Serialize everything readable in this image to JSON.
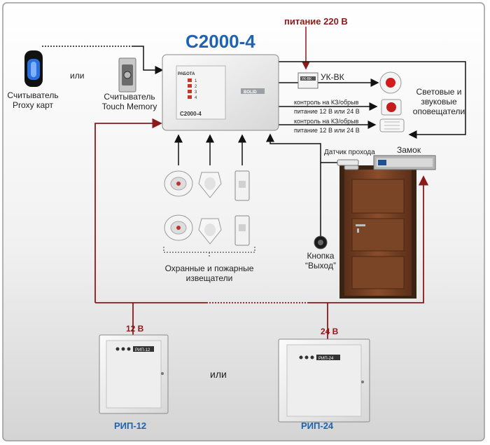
{
  "title": "С2000-4",
  "controller": {
    "indicator_header": "РАБОТА",
    "indicator_numbers": [
      "1",
      "2",
      "3",
      "4"
    ],
    "label": "С2000-4",
    "brand": "BOLID"
  },
  "power_main": "питание 220 В",
  "ukvk": {
    "label": "УК-ВК",
    "device_text": "УК-ВК"
  },
  "reader_proxy": {
    "line1": "Считыватель",
    "line2": "Proxy карт"
  },
  "or_top": "или",
  "reader_tm": {
    "line1": "Считыватель",
    "line2": "Touch Memory"
  },
  "lines": {
    "line1_a": "контроль на КЗ/обрыв",
    "line1_b": "питание 12 В или 24 В",
    "line2_a": "контроль на КЗ/обрыв",
    "line2_b": "питание 12 В или 24 В"
  },
  "annunciators": {
    "line1": "Световые и",
    "line2": "звуковые",
    "line3": "оповещатели"
  },
  "passage_sensor": "Датчик прохода",
  "lock": "Замок",
  "exit_button": {
    "line1": "Кнопка",
    "line2": "“Выход”"
  },
  "detectors": {
    "line1": "Охранные и пожарные",
    "line2": "извещатели"
  },
  "psu": {
    "left_voltage": "12 В",
    "right_voltage": "24 В",
    "or": "или",
    "left_name": "РИП-12",
    "right_name": "РИП-24",
    "left_box": "РИП-12",
    "right_box": "РИП-24"
  },
  "colors": {
    "black_wire": "#111111",
    "red_wire": "#8b1a1a",
    "title_blue": "#1e63b0",
    "door": "#6e3d22",
    "background": "#ffffff"
  }
}
